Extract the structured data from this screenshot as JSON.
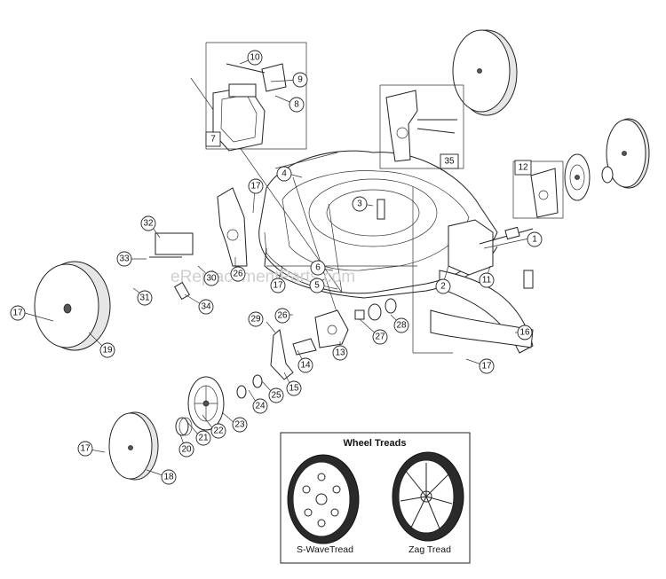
{
  "watermark": "eReplacementParts.com",
  "callouts": [
    "1",
    "2",
    "3",
    "4",
    "5",
    "6",
    "8",
    "9",
    "10",
    "11",
    "13",
    "14",
    "15",
    "16",
    "17",
    "17",
    "17",
    "17",
    "17",
    "17",
    "18",
    "19",
    "20",
    "21",
    "22",
    "23",
    "24",
    "25",
    "26",
    "26",
    "27",
    "28",
    "29",
    "30",
    "31",
    "32",
    "33",
    "34"
  ],
  "boxed_labels": [
    "7",
    "12",
    "35"
  ],
  "inset": {
    "title": "Wheel Treads",
    "left_caption": "S-WaveTread",
    "right_caption": "Zag Tread"
  }
}
